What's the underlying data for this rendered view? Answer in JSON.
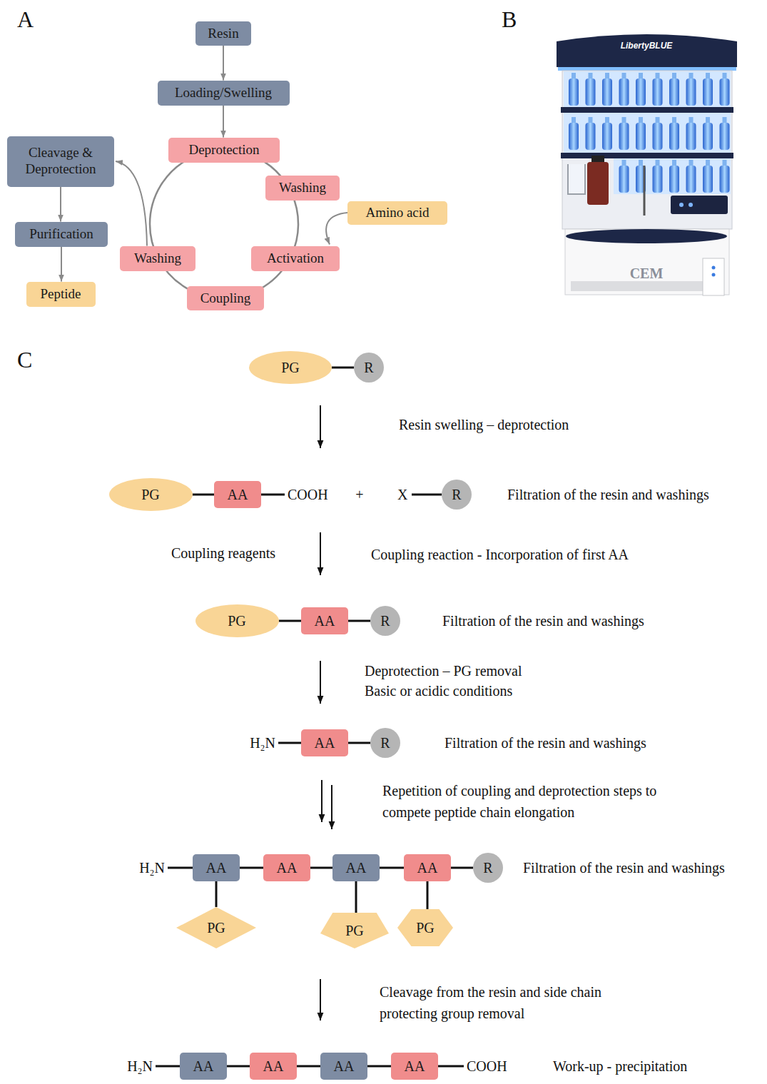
{
  "diagram": {
    "nodes": [
      {
        "text": [
          "Resin"
        ]
      },
      {
        "text": [
          "Loading/Swelling"
        ]
      },
      {
        "text": [
          "Deprotection"
        ]
      },
      {
        "text": [
          "Washing"
        ]
      },
      {
        "text": [
          "Amino acid"
        ]
      },
      {
        "text": [
          "Activation"
        ]
      },
      {
        "text": [
          "Coupling"
        ]
      },
      {
        "text": [
          "Washing"
        ]
      },
      {
        "text": [
          "Cleavage & Deprotection"
        ]
      },
      {
        "text": [
          "Purification"
        ]
      },
      {
        "text": [
          "Peptide"
        ]
      },
      {
        "text": [
          "PG"
        ]
      },
      {
        "text": [
          "R"
        ]
      },
      {
        "text": [
          "PG"
        ]
      },
      {
        "text": [
          "AA"
        ]
      },
      {
        "text": [
          "R"
        ]
      },
      {
        "text": [
          "PG"
        ]
      },
      {
        "text": [
          "AA"
        ]
      },
      {
        "text": [
          "R"
        ]
      },
      {
        "text": [
          "AA"
        ]
      },
      {
        "text": [
          "R"
        ]
      },
      {
        "text": [
          "AA"
        ]
      },
      {
        "text": [
          "AA"
        ]
      },
      {
        "text": [
          "AA"
        ]
      },
      {
        "text": [
          "AA"
        ]
      },
      {
        "text": [
          "R"
        ]
      },
      {
        "text": [
          "PG"
        ]
      },
      {
        "text": [
          "PG"
        ]
      },
      {
        "text": [
          "PG"
        ]
      },
      {
        "text": [
          "AA"
        ]
      },
      {
        "text": [
          "AA"
        ]
      },
      {
        "text": [
          "AA"
        ]
      },
      {
        "text": [
          "AA"
        ]
      }
    ],
    "edges": [
      {
        "from": 0,
        "to": 1,
        "arrow": "to"
      },
      {
        "from": 1,
        "to": 2,
        "arrow": "to"
      },
      {
        "from": 4,
        "to": 5,
        "arrow": "to"
      },
      {
        "from": 2,
        "to": 3,
        "arrow": "none"
      },
      {
        "from": 3,
        "to": 5,
        "arrow": "none"
      },
      {
        "from": 5,
        "to": 6,
        "arrow": "none"
      },
      {
        "from": 6,
        "to": 7,
        "arrow": "none"
      },
      {
        "from": 7,
        "to": 2,
        "arrow": "none"
      },
      {
        "from": 7,
        "to": 8,
        "arrow": "to"
      },
      {
        "from": 8,
        "to": 9,
        "arrow": "to"
      },
      {
        "from": 9,
        "to": 10,
        "arrow": "to"
      },
      {
        "from": 11,
        "to": 12,
        "arrow": "none"
      },
      {
        "from": 13,
        "to": 14,
        "arrow": "none"
      },
      {
        "from": 16,
        "to": 17,
        "arrow": "none"
      },
      {
        "from": 17,
        "to": 18,
        "arrow": "none"
      },
      {
        "from": 19,
        "to": 20,
        "arrow": "none"
      },
      {
        "from": 21,
        "to": 22,
        "arrow": "none"
      },
      {
        "from": 22,
        "to": 23,
        "arrow": "none"
      },
      {
        "from": 23,
        "to": 24,
        "arrow": "none"
      },
      {
        "from": 24,
        "to": 25,
        "arrow": "none"
      },
      {
        "from": 21,
        "to": 26,
        "arrow": "none"
      },
      {
        "from": 23,
        "to": 27,
        "arrow": "none"
      },
      {
        "from": 24,
        "to": 28,
        "arrow": "none"
      },
      {
        "from": 29,
        "to": 30,
        "arrow": "none"
      },
      {
        "from": 30,
        "to": 31,
        "arrow": "none"
      },
      {
        "from": 31,
        "to": 32,
        "arrow": "none"
      }
    ],
    "labels": [
      "A",
      "B",
      "LibertyBLUE",
      "CEM",
      "C",
      "Resin swelling – deprotection",
      "COOH",
      "+",
      "X",
      "Filtration of the resin and washings",
      "Coupling reagents",
      "Coupling reaction - Incorporation of first AA",
      "Filtration of the resin and washings",
      "Deprotection – PG removal Basic or acidic conditions",
      "H₂N",
      "Filtration of the resin and washings",
      "Repetition of coupling and deprotection steps to compete peptide chain elongation",
      "H₂N",
      "Filtration of the resin and washings",
      "Cleavage from the resin and side chain protecting group removal",
      "H₂N",
      "COOH",
      "Work-up - precipitation"
    ]
  }
}
